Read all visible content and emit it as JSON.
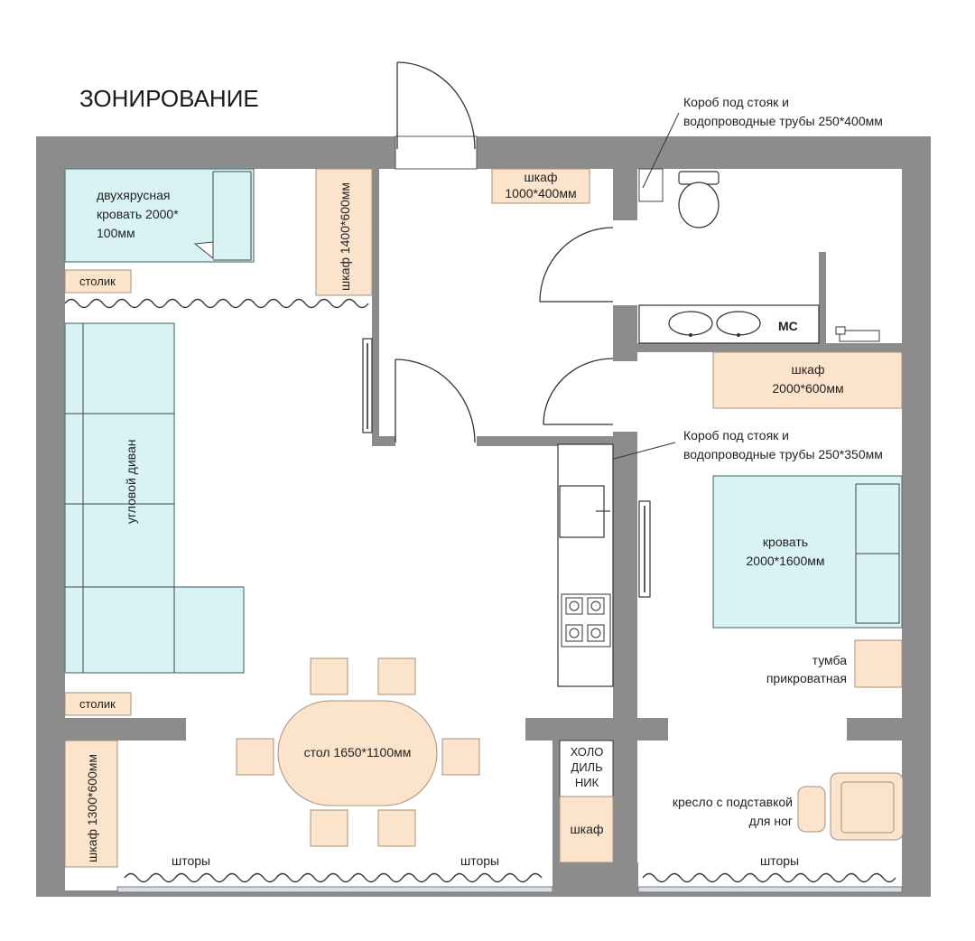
{
  "title": "ЗОНИРОВАНИЕ",
  "notes": {
    "riser_top_1": "Короб под стояк и",
    "riser_top_2": "водопроводные трубы 250*400мм",
    "riser_mid_1": "Короб под стояк и",
    "riser_mid_2": "водопроводные трубы 250*350мм"
  },
  "furniture": {
    "bunk_bed_1": "двухярусная",
    "bunk_bed_2": "кровать 2000*",
    "bunk_bed_3": "100мм",
    "table_top": "столик",
    "table_bottom": "столик",
    "wardrobe_1400": "шкаф 1400*600мм",
    "wardrobe_1000_1": "шкаф",
    "wardrobe_1000_2": "1000*400мм",
    "corner_sofa": "угловой диван",
    "mc": "МС",
    "wardrobe_2000_1": "шкаф",
    "wardrobe_2000_2": "2000*600мм",
    "bed_1": "кровать",
    "bed_2": "2000*1600мм",
    "nightstand_1": "тумба",
    "nightstand_2": "прикроватная",
    "dining_table": "стол 1650*1100мм",
    "fridge_1": "ХОЛО",
    "fridge_2": "ДИЛЬ",
    "fridge_3": "НИК",
    "kitchen_wardrobe": "шкаф",
    "wardrobe_1300": "шкаф 1300*600мм",
    "armchair_1": "кресло с подставкой",
    "armchair_2": "для ног",
    "curtains_1": "шторы",
    "curtains_2": "шторы",
    "curtains_3": "шторы"
  },
  "colors": {
    "wall": "#8c8c8c",
    "wood": "#fbe3cc",
    "bed": "#d9f3f5"
  }
}
